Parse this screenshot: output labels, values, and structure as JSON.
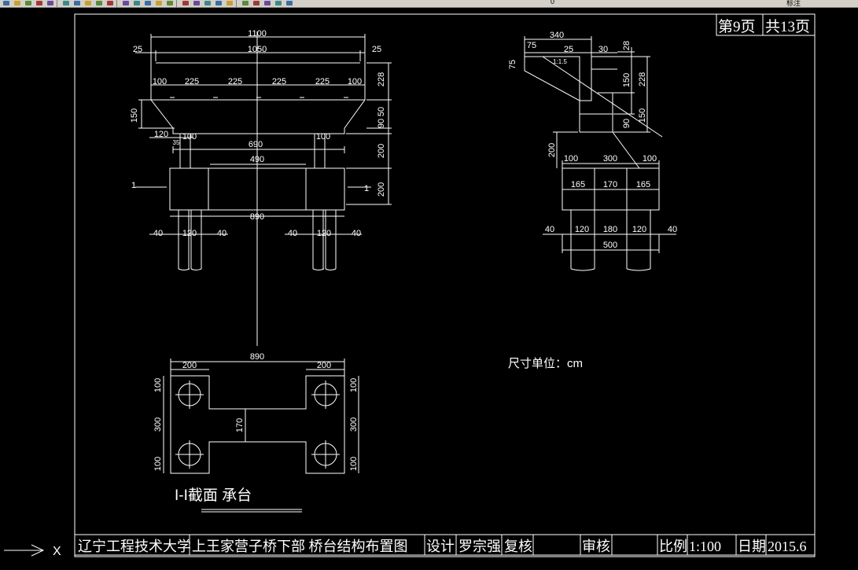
{
  "toolbar": {
    "buttons": [
      "new-icon",
      "open-icon",
      "save-icon",
      "print-icon",
      "preview-icon",
      "plot-icon",
      "cut-icon",
      "copy-icon",
      "paste-icon",
      "match-icon",
      "undo-icon",
      "pan-icon",
      "zoom-realtime-icon",
      "zoom-window-icon",
      "zoom-previous-icon",
      "properties-icon",
      "design-center-icon",
      "tool-palettes-icon",
      "sheet-set-icon",
      "markup-icon",
      "calculator-icon",
      "layer-icon",
      "layer-state-icon",
      "layer-previous-icon",
      "layer-icon-2"
    ],
    "text_fragment": "0",
    "text_fragment2": "标注"
  },
  "sheet": {
    "page": "第9页",
    "total": "共13页",
    "unit_note": "尺寸单位：cm",
    "section_title": "I-I截面  承台"
  },
  "front": {
    "d1100": "1100",
    "d1050": "1050",
    "d25a": "25",
    "d25b": "25",
    "d100a": "100",
    "d225a": "225",
    "d225b": "225",
    "d225c": "225",
    "d225d": "225",
    "d100b": "100",
    "d228": "228",
    "d150": "150",
    "d90": "90",
    "d50": "50",
    "d120": "120",
    "d35": "35",
    "d100c": "100",
    "d690": "690",
    "d100d": "100",
    "d490": "490",
    "d200a": "200",
    "d200b": "200",
    "sec_l": "1",
    "sec_r": "1",
    "d890": "890",
    "b40a": "40",
    "b120a": "120",
    "b40b": "40",
    "b40c": "40",
    "b120b": "120",
    "b40d": "40"
  },
  "side": {
    "d340": "340",
    "d75a": "75",
    "d25": "25",
    "d30": "30",
    "d28": "28",
    "d75b": "75",
    "slope": "1:1.5",
    "d150a": "150",
    "d228": "228",
    "d90": "90",
    "d150b": "150",
    "d200": "200",
    "d100a": "100",
    "d300": "300",
    "d100b": "100",
    "d165a": "165",
    "d170": "170",
    "d165b": "165",
    "d40a": "40",
    "d120a": "120",
    "d180": "180",
    "d120b": "120",
    "d40b": "40",
    "d500": "500"
  },
  "plan": {
    "d890": "890",
    "d200a": "200",
    "d200b": "200",
    "l100a": "100",
    "l300": "300",
    "l100b": "100",
    "c170": "170",
    "r100a": "100",
    "r300": "300",
    "r100b": "100"
  },
  "title_block": {
    "school": "辽宁工程技术大学",
    "project": "上王家营子桥下部  桥台结构布置图",
    "design_label": "设计",
    "designer": "罗宗强",
    "check_label": "复核",
    "review_label": "审核",
    "scale_label": "比例",
    "scale": "1:100",
    "date_label": "日期",
    "date": "2015.6"
  },
  "ucs": {
    "x_label": "X"
  },
  "colors": {
    "line": "#ffffff",
    "background": "#000000",
    "toolbar": "#d4d0c8"
  }
}
